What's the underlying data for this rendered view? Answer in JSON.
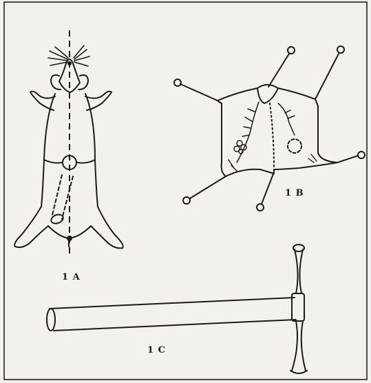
{
  "figure": {
    "panels": [
      {
        "id": "1A",
        "label": "1 A",
        "subject": "mouse-ventral-view-with-midline-incision"
      },
      {
        "id": "1B",
        "label": "1 B",
        "subject": "skin-flap-pinned-open-with-lymph-nodes"
      },
      {
        "id": "1C",
        "label": "1 C",
        "subject": "t-handle-tool"
      }
    ],
    "colors": {
      "background": "#f4f1ec",
      "ink": "#1a1a1a",
      "border": "#222222"
    }
  }
}
